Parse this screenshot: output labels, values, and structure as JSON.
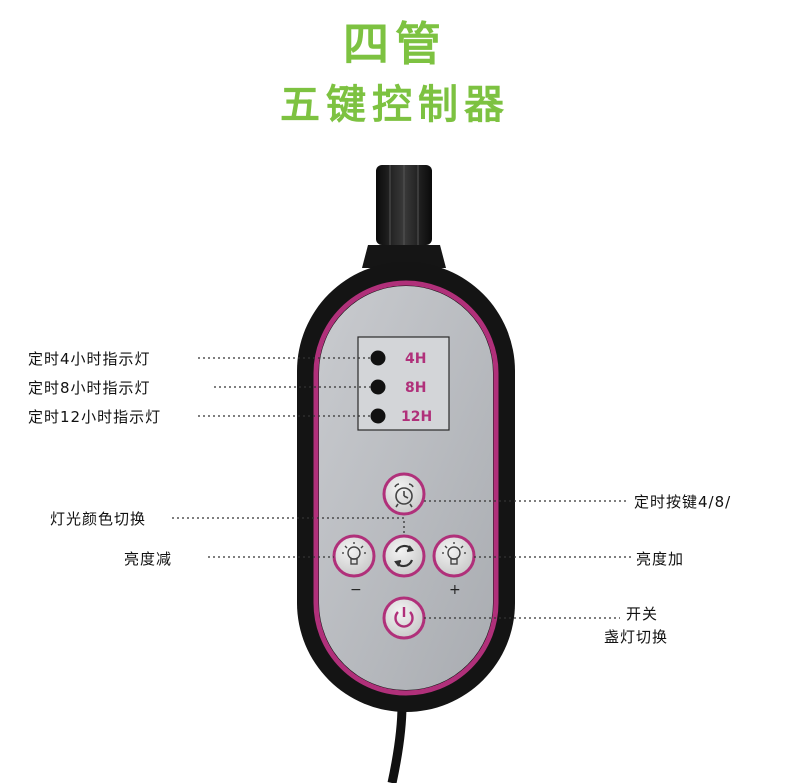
{
  "title": {
    "line1": "四管",
    "line2": "五键控制器"
  },
  "colors": {
    "title": "#7dc241",
    "accent": "#b0307a",
    "body": "#1a1a1a",
    "panel": "#b9bcc0"
  },
  "indicators": [
    {
      "label": "4H",
      "annotation": "定时4小时指示灯"
    },
    {
      "label": "8H",
      "annotation": "定时8小时指示灯"
    },
    {
      "label": "12H",
      "annotation": "定时12小时指示灯"
    }
  ],
  "buttons": {
    "timer": {
      "icon": "alarm-clock-icon",
      "annotation": "定时按键4/8/"
    },
    "color": {
      "icon": "cycle-arrows-icon",
      "annotation": "灯光颜色切换"
    },
    "dim": {
      "icon": "bulb-icon",
      "annotation": "亮度减",
      "sign": "−"
    },
    "bright": {
      "icon": "bulb-icon",
      "annotation": "亮度加",
      "sign": "+"
    },
    "power": {
      "icon": "power-icon",
      "annotation_line1": "开关",
      "annotation_line2": "盏灯切换"
    }
  }
}
